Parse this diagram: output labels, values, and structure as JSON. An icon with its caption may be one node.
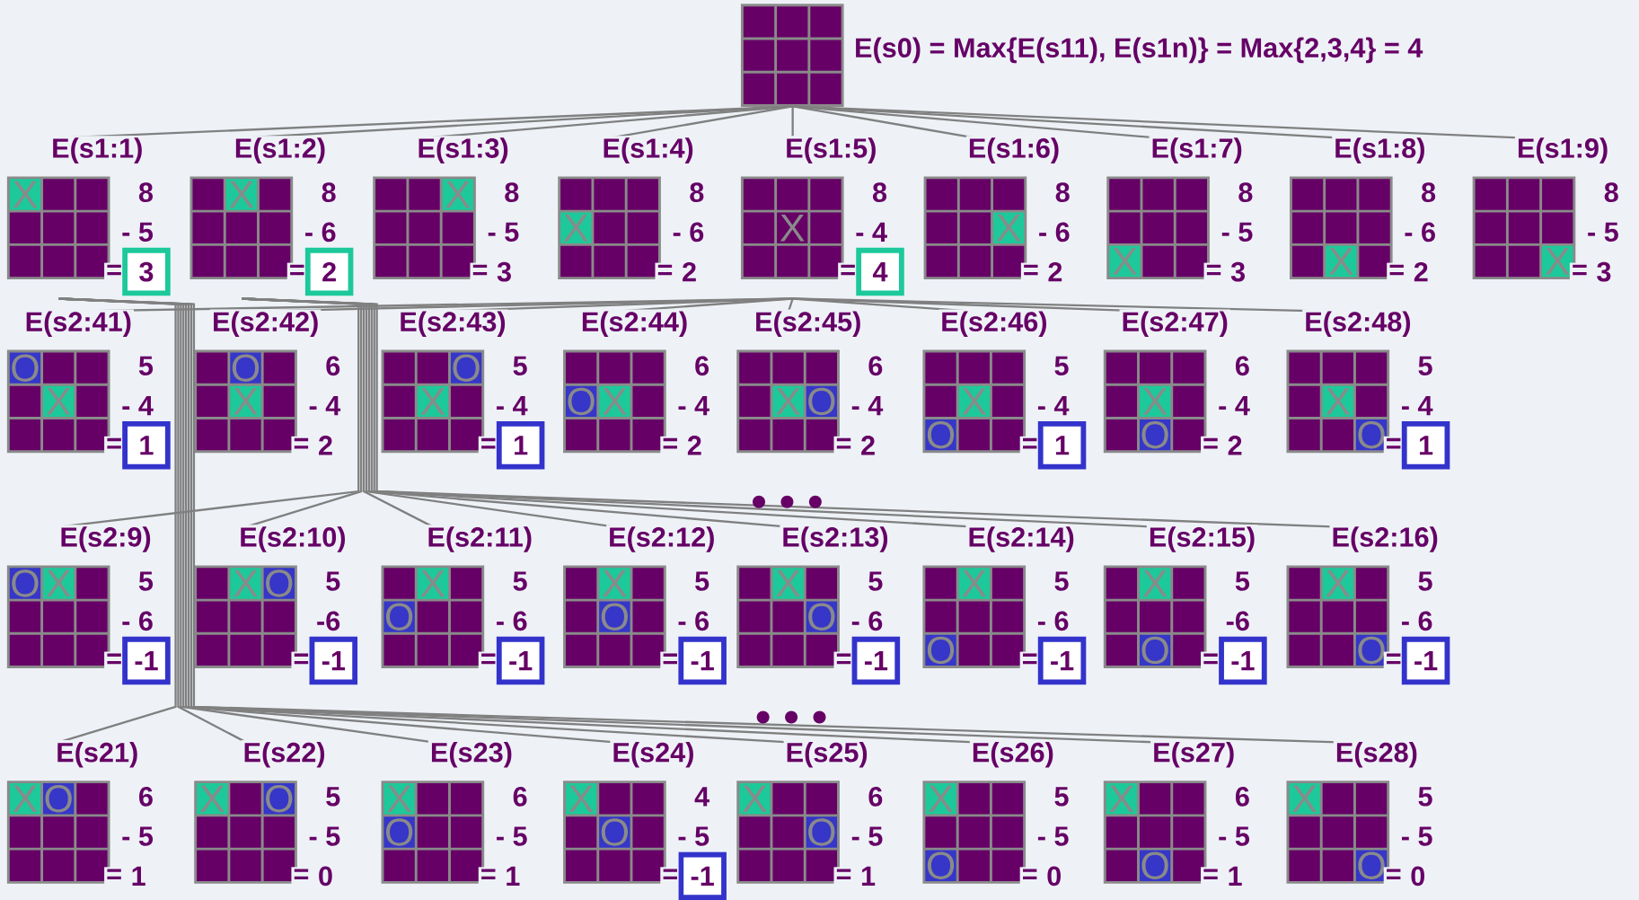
{
  "diagram": {
    "nodes": [
      {
        "text": [],
        "shape": "box",
        "beside": [
          "E(s0) = Max{E(s11), E(s1n)} = Max{2,3,4} = 4"
        ]
      },
      {
        "text": [
          "E(s1:1)",
          "X",
          "8",
          "- 5",
          "=",
          "3"
        ]
      },
      {
        "text": [
          "E(s1:2)",
          "X",
          "8",
          "- 6",
          "=",
          "2"
        ]
      },
      {
        "text": [
          "E(s1:3)",
          "X",
          "8",
          "- 5",
          "=",
          "3"
        ]
      },
      {
        "text": [
          "E(s1:4)",
          "X",
          "8",
          "- 6",
          "=",
          "2"
        ]
      },
      {
        "text": [
          "E(s1:5)",
          "X",
          "8",
          "- 4",
          "=",
          "4"
        ]
      },
      {
        "text": [
          "E(s1:6)",
          "X",
          "8",
          "- 6",
          "=",
          "2"
        ]
      },
      {
        "text": [
          "E(s1:7)",
          "X",
          "8",
          "- 5",
          "=",
          "3"
        ]
      },
      {
        "text": [
          "E(s1:8)",
          "X",
          "8",
          "- 6",
          "=",
          "2"
        ]
      },
      {
        "text": [
          "E(s1:9)",
          "X",
          "8",
          "- 5",
          "=",
          "3"
        ]
      },
      {
        "text": [
          "E(s2:41)",
          "O",
          "X",
          "5",
          "- 4",
          "=",
          "1"
        ]
      },
      {
        "text": [
          "E(s2:42)",
          "O",
          "X",
          "6",
          "- 4",
          "=",
          "2"
        ]
      },
      {
        "text": [
          "E(s2:43)",
          "O",
          "X",
          "5",
          "- 4",
          "=",
          "1"
        ]
      },
      {
        "text": [
          "E(s2:44)",
          "O",
          "X",
          "6",
          "- 4",
          "=",
          "2"
        ]
      },
      {
        "text": [
          "E(s2:45)",
          "X",
          "O",
          "6",
          "- 4",
          "=",
          "2"
        ]
      },
      {
        "text": [
          "E(s2:46)",
          "X",
          "O",
          "5",
          "- 4",
          "=",
          "1"
        ]
      },
      {
        "text": [
          "E(s2:47)",
          "X",
          "O",
          "6",
          "- 4",
          "=",
          "2"
        ]
      },
      {
        "text": [
          "E(s2:48)",
          "X",
          "O",
          "5",
          "- 4",
          "=",
          "1"
        ]
      },
      {
        "text": [
          "E(s2:9)",
          "O",
          "X",
          "5",
          "- 6",
          "=",
          "-1"
        ]
      },
      {
        "text": [
          "E(s2:10)",
          "X",
          "O",
          "5",
          "-6",
          "=",
          "-1"
        ]
      },
      {
        "text": [
          "E(s2:11)",
          "X",
          "O",
          "5",
          "- 6",
          "=",
          "-1"
        ]
      },
      {
        "text": [
          "E(s2:12)",
          "X",
          "O",
          "5",
          "- 6",
          "=",
          "-1"
        ]
      },
      {
        "text": [
          "E(s2:13)",
          "X",
          "O",
          "5",
          "- 6",
          "=",
          "-1"
        ]
      },
      {
        "text": [
          "E(s2:14)",
          "X",
          "O",
          "5",
          "- 6",
          "=",
          "-1"
        ]
      },
      {
        "text": [
          "E(s2:15)",
          "X",
          "O",
          "5",
          "-6",
          "=",
          "-1"
        ]
      },
      {
        "text": [
          "E(s2:16)",
          "X",
          "O",
          "5",
          "- 6",
          "=",
          "-1"
        ]
      },
      {
        "text": [
          "E(s21)",
          "X",
          "O",
          "6",
          "- 5",
          "=",
          "1"
        ]
      },
      {
        "text": [
          "E(s22)",
          "X",
          "O",
          "5",
          "- 5",
          "=",
          "0"
        ]
      },
      {
        "text": [
          "E(s23)",
          "X",
          "O",
          "6",
          "- 5",
          "=",
          "1"
        ]
      },
      {
        "text": [
          "E(s24)",
          "X",
          "O",
          "4",
          "- 5",
          "=",
          "-1"
        ]
      },
      {
        "text": [
          "E(s25)",
          "X",
          "O",
          "6",
          "- 5",
          "=",
          "1"
        ]
      },
      {
        "text": [
          "E(s26)",
          "X",
          "O",
          "5",
          "- 5",
          "=",
          "0"
        ]
      },
      {
        "text": [
          "E(s27)",
          "X",
          "O",
          "6",
          "- 5",
          "=",
          "1"
        ]
      },
      {
        "text": [
          "E(s28)",
          "X",
          "O",
          "5",
          "- 5",
          "=",
          "0"
        ]
      }
    ],
    "edges": [
      {
        "from": 0,
        "to": 1,
        "arrow": "none"
      },
      {
        "from": 0,
        "to": 2,
        "arrow": "none"
      },
      {
        "from": 0,
        "to": 3,
        "arrow": "none"
      },
      {
        "from": 0,
        "to": 4,
        "arrow": "none"
      },
      {
        "from": 0,
        "to": 5,
        "arrow": "none"
      },
      {
        "from": 0,
        "to": 6,
        "arrow": "none"
      },
      {
        "from": 0,
        "to": 7,
        "arrow": "none"
      },
      {
        "from": 0,
        "to": 8,
        "arrow": "none"
      },
      {
        "from": 0,
        "to": 9,
        "arrow": "none"
      },
      {
        "from": 5,
        "to": 10,
        "arrow": "none"
      },
      {
        "from": 5,
        "to": 11,
        "arrow": "none"
      },
      {
        "from": 5,
        "to": 12,
        "arrow": "none"
      },
      {
        "from": 5,
        "to": 13,
        "arrow": "none"
      },
      {
        "from": 5,
        "to": 14,
        "arrow": "none"
      },
      {
        "from": 5,
        "to": 15,
        "arrow": "none"
      },
      {
        "from": 5,
        "to": 16,
        "arrow": "none"
      },
      {
        "from": 5,
        "to": 17,
        "arrow": "none"
      },
      {
        "from": 2,
        "to": 18,
        "arrow": "none"
      },
      {
        "from": 2,
        "to": 19,
        "arrow": "none"
      },
      {
        "from": 2,
        "to": 20,
        "arrow": "none"
      },
      {
        "from": 2,
        "to": 21,
        "arrow": "none"
      },
      {
        "from": 2,
        "to": 22,
        "arrow": "none"
      },
      {
        "from": 2,
        "to": 23,
        "arrow": "none"
      },
      {
        "from": 2,
        "to": 24,
        "arrow": "none"
      },
      {
        "from": 2,
        "to": 25,
        "arrow": "none"
      },
      {
        "from": 1,
        "to": 26,
        "arrow": "none"
      },
      {
        "from": 1,
        "to": 27,
        "arrow": "none"
      },
      {
        "from": 1,
        "to": 28,
        "arrow": "none"
      },
      {
        "from": 1,
        "to": 29,
        "arrow": "none"
      },
      {
        "from": 1,
        "to": 30,
        "arrow": "none"
      },
      {
        "from": 1,
        "to": 31,
        "arrow": "none"
      },
      {
        "from": 1,
        "to": 32,
        "arrow": "none"
      },
      {
        "from": 1,
        "to": 33,
        "arrow": "none"
      }
    ]
  }
}
